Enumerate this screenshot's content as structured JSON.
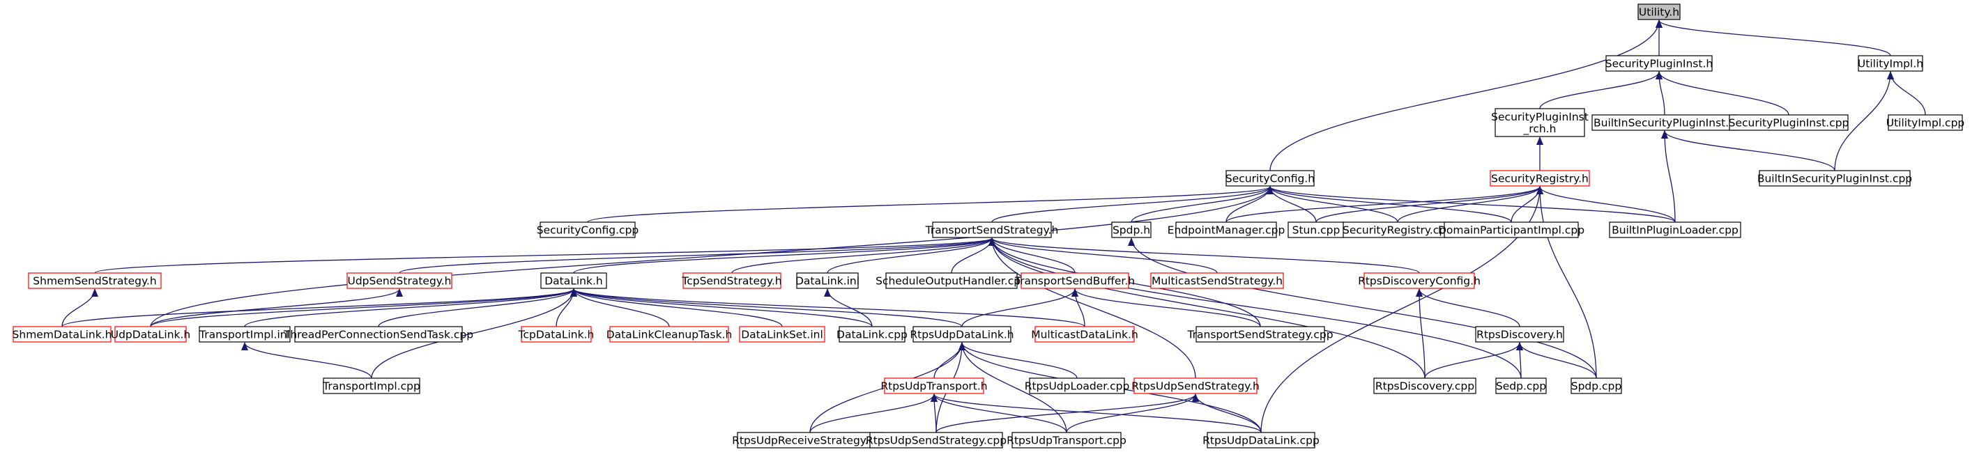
{
  "diagram": {
    "colors": {
      "edge": "#191970",
      "border_default": "#000000",
      "border_red": "#ff0000",
      "root_fill": "#bfbfbf",
      "node_fill": "#ffffff"
    },
    "nodes": [
      {
        "id": "utility_h",
        "lines": [
          "Utility.h"
        ],
        "border": "black",
        "root": true
      },
      {
        "id": "securitypluginInst_h",
        "lines": [
          "SecurityPluginInst.h"
        ],
        "border": "black"
      },
      {
        "id": "utilityimpl_h",
        "lines": [
          "UtilityImpl.h"
        ],
        "border": "black"
      },
      {
        "id": "securitypluginInst_rch_h",
        "lines": [
          "SecurityPluginInst",
          "_rch.h"
        ],
        "border": "black"
      },
      {
        "id": "builtinsecuritypluginInst_h",
        "lines": [
          "BuiltInSecurityPluginInst.h"
        ],
        "border": "black"
      },
      {
        "id": "securitypluginInst_cpp",
        "lines": [
          "SecurityPluginInst.cpp"
        ],
        "border": "black"
      },
      {
        "id": "utilityimpl_cpp",
        "lines": [
          "UtilityImpl.cpp"
        ],
        "border": "black"
      },
      {
        "id": "securityregistry_h",
        "lines": [
          "SecurityRegistry.h"
        ],
        "border": "red"
      },
      {
        "id": "securityconfig_h",
        "lines": [
          "SecurityConfig.h"
        ],
        "border": "black"
      },
      {
        "id": "builtinsecuritypluginInst_cpp",
        "lines": [
          "BuiltInSecurityPluginInst.cpp"
        ],
        "border": "black"
      },
      {
        "id": "securityconfig_cpp",
        "lines": [
          "SecurityConfig.cpp"
        ],
        "border": "black"
      },
      {
        "id": "transportsendstrategy_h",
        "lines": [
          "TransportSendStrategy.h"
        ],
        "border": "black"
      },
      {
        "id": "spdp_h",
        "lines": [
          "Spdp.h"
        ],
        "border": "black"
      },
      {
        "id": "endpointmanager_cpp",
        "lines": [
          "EndpointManager.cpp"
        ],
        "border": "black"
      },
      {
        "id": "stun_cpp",
        "lines": [
          "Stun.cpp"
        ],
        "border": "black"
      },
      {
        "id": "securityregistry_cpp",
        "lines": [
          "SecurityRegistry.cpp"
        ],
        "border": "black"
      },
      {
        "id": "domainparticipantimpl_cpp",
        "lines": [
          "DomainParticipantImpl.cpp"
        ],
        "border": "black"
      },
      {
        "id": "builtinpluginloader_cpp",
        "lines": [
          "BuiltInPluginLoader.cpp"
        ],
        "border": "black"
      },
      {
        "id": "shmemsendstrategy_h",
        "lines": [
          "ShmemSendStrategy.h"
        ],
        "border": "red"
      },
      {
        "id": "udpsendstrategy_h",
        "lines": [
          "UdpSendStrategy.h"
        ],
        "border": "red"
      },
      {
        "id": "datalink_h",
        "lines": [
          "DataLink.h"
        ],
        "border": "black"
      },
      {
        "id": "tcpsendstrategy_h",
        "lines": [
          "TcpSendStrategy.h"
        ],
        "border": "red"
      },
      {
        "id": "datalink_inl",
        "lines": [
          "DataLink.inl"
        ],
        "border": "black"
      },
      {
        "id": "scheduleoutputhandler_cpp",
        "lines": [
          "ScheduleOutputHandler.cpp"
        ],
        "border": "black"
      },
      {
        "id": "transportsendbuffer_h",
        "lines": [
          "TransportSendBuffer.h"
        ],
        "border": "red"
      },
      {
        "id": "multicastsendstrategy_h",
        "lines": [
          "MulticastSendStrategy.h"
        ],
        "border": "red"
      },
      {
        "id": "rtpsdiscoveryconfig_h",
        "lines": [
          "RtpsDiscoveryConfig.h"
        ],
        "border": "red"
      },
      {
        "id": "shmemdatalink_h",
        "lines": [
          "ShmemDataLink.h"
        ],
        "border": "red"
      },
      {
        "id": "udpdatalink_h",
        "lines": [
          "UdpDataLink.h"
        ],
        "border": "red"
      },
      {
        "id": "transportimpl_inl",
        "lines": [
          "TransportImpl.inl"
        ],
        "border": "black"
      },
      {
        "id": "threadperconnectionsendtask_cpp",
        "lines": [
          "ThreadPerConnectionSendTask.cpp"
        ],
        "border": "black"
      },
      {
        "id": "tcpdatalink_h",
        "lines": [
          "TcpDataLink.h"
        ],
        "border": "red"
      },
      {
        "id": "datalinkcleanuptask_h",
        "lines": [
          "DataLinkCleanupTask.h"
        ],
        "border": "red"
      },
      {
        "id": "datalinkset_inl",
        "lines": [
          "DataLinkSet.inl"
        ],
        "border": "red"
      },
      {
        "id": "datalink_cpp",
        "lines": [
          "DataLink.cpp"
        ],
        "border": "black"
      },
      {
        "id": "rtpsudpdatalink_h",
        "lines": [
          "RtpsUdpDataLink.h"
        ],
        "border": "black"
      },
      {
        "id": "multicastdatalink_h",
        "lines": [
          "MulticastDataLink.h"
        ],
        "border": "red"
      },
      {
        "id": "transportsendstrategy_cpp",
        "lines": [
          "TransportSendStrategy.cpp"
        ],
        "border": "black"
      },
      {
        "id": "rtpsdiscovery_h",
        "lines": [
          "RtpsDiscovery.h"
        ],
        "border": "black"
      },
      {
        "id": "transportimpl_cpp",
        "lines": [
          "TransportImpl.cpp"
        ],
        "border": "black"
      },
      {
        "id": "rtpsudptransport_h",
        "lines": [
          "RtpsUdpTransport.h"
        ],
        "border": "red"
      },
      {
        "id": "rtpsudploader_cpp",
        "lines": [
          "RtpsUdpLoader.cpp"
        ],
        "border": "black"
      },
      {
        "id": "rtpsudpsendstrategy_h",
        "lines": [
          "RtpsUdpSendStrategy.h"
        ],
        "border": "red"
      },
      {
        "id": "rtpsdiscovery_cpp",
        "lines": [
          "RtpsDiscovery.cpp"
        ],
        "border": "black"
      },
      {
        "id": "sedp_cpp",
        "lines": [
          "Sedp.cpp"
        ],
        "border": "black"
      },
      {
        "id": "spdp_cpp",
        "lines": [
          "Spdp.cpp"
        ],
        "border": "black"
      },
      {
        "id": "rtpsudpreceivestrategy_cpp",
        "lines": [
          "RtpsUdpReceiveStrategy.cpp"
        ],
        "border": "black"
      },
      {
        "id": "rtpsudpsendstrategy_cpp",
        "lines": [
          "RtpsUdpSendStrategy.cpp"
        ],
        "border": "black"
      },
      {
        "id": "rtpsudptransport_cpp",
        "lines": [
          "RtpsUdpTransport.cpp"
        ],
        "border": "black"
      },
      {
        "id": "rtpsudpdatalink_cpp",
        "lines": [
          "RtpsUdpDataLink.cpp"
        ],
        "border": "black"
      }
    ],
    "edges": [
      [
        "securitypluginInst_h",
        "utility_h"
      ],
      [
        "utilityimpl_h",
        "utility_h"
      ],
      [
        "securityconfig_h",
        "utility_h"
      ],
      [
        "securitypluginInst_rch_h",
        "securitypluginInst_h"
      ],
      [
        "builtinsecuritypluginInst_h",
        "securitypluginInst_h"
      ],
      [
        "securitypluginInst_cpp",
        "securitypluginInst_h"
      ],
      [
        "utilityimpl_cpp",
        "utilityimpl_h"
      ],
      [
        "builtinsecuritypluginInst_cpp",
        "utilityimpl_h"
      ],
      [
        "securityregistry_h",
        "securitypluginInst_rch_h"
      ],
      [
        "builtinsecuritypluginInst_cpp",
        "builtinsecuritypluginInst_h"
      ],
      [
        "builtinpluginloader_cpp",
        "builtinsecuritypluginInst_h"
      ],
      [
        "endpointmanager_cpp",
        "securityregistry_h"
      ],
      [
        "stun_cpp",
        "securityregistry_h"
      ],
      [
        "securityregistry_cpp",
        "securityregistry_h"
      ],
      [
        "domainparticipantimpl_cpp",
        "securityregistry_h"
      ],
      [
        "builtinpluginloader_cpp",
        "securityregistry_h"
      ],
      [
        "spdp_cpp",
        "securityregistry_h"
      ],
      [
        "rtpsudpdatalink_cpp",
        "securityregistry_h"
      ],
      [
        "securityconfig_cpp",
        "securityconfig_h"
      ],
      [
        "transportsendstrategy_h",
        "securityconfig_h"
      ],
      [
        "spdp_h",
        "securityconfig_h"
      ],
      [
        "endpointmanager_cpp",
        "securityconfig_h"
      ],
      [
        "stun_cpp",
        "securityconfig_h"
      ],
      [
        "securityregistry_cpp",
        "securityconfig_h"
      ],
      [
        "domainparticipantimpl_cpp",
        "securityconfig_h"
      ],
      [
        "builtinpluginloader_cpp",
        "securityconfig_h"
      ],
      [
        "udpdatalink_h",
        "securityconfig_h"
      ],
      [
        "shmemsendstrategy_h",
        "transportsendstrategy_h"
      ],
      [
        "udpsendstrategy_h",
        "transportsendstrategy_h"
      ],
      [
        "datalink_h",
        "transportsendstrategy_h"
      ],
      [
        "tcpsendstrategy_h",
        "transportsendstrategy_h"
      ],
      [
        "datalink_inl",
        "transportsendstrategy_h"
      ],
      [
        "scheduleoutputhandler_cpp",
        "transportsendstrategy_h"
      ],
      [
        "transportsendbuffer_h",
        "transportsendstrategy_h"
      ],
      [
        "multicastsendstrategy_h",
        "transportsendstrategy_h"
      ],
      [
        "rtpsdiscoveryconfig_h",
        "transportsendstrategy_h"
      ],
      [
        "rtpsudpsendstrategy_h",
        "transportsendstrategy_h"
      ],
      [
        "transportsendstrategy_cpp",
        "transportsendstrategy_h"
      ],
      [
        "rtpsdiscovery_cpp",
        "transportsendstrategy_h"
      ],
      [
        "sedp_cpp",
        "transportsendstrategy_h"
      ],
      [
        "spdp_cpp",
        "spdp_h"
      ],
      [
        "shmemdatalink_h",
        "shmemsendstrategy_h"
      ],
      [
        "udpdatalink_h",
        "udpsendstrategy_h"
      ],
      [
        "shmemdatalink_h",
        "datalink_h"
      ],
      [
        "udpdatalink_h",
        "datalink_h"
      ],
      [
        "transportimpl_inl",
        "datalink_h"
      ],
      [
        "threadperconnectionsendtask_cpp",
        "datalink_h"
      ],
      [
        "tcpdatalink_h",
        "datalink_h"
      ],
      [
        "datalinkcleanuptask_h",
        "datalink_h"
      ],
      [
        "datalinkset_inl",
        "datalink_h"
      ],
      [
        "datalink_cpp",
        "datalink_h"
      ],
      [
        "rtpsudpdatalink_h",
        "datalink_h"
      ],
      [
        "multicastdatalink_h",
        "datalink_h"
      ],
      [
        "transportimpl_cpp",
        "datalink_h"
      ],
      [
        "datalink_cpp",
        "datalink_inl"
      ],
      [
        "rtpsudpdatalink_h",
        "transportsendbuffer_h"
      ],
      [
        "multicastdatalink_h",
        "transportsendbuffer_h"
      ],
      [
        "transportsendstrategy_cpp",
        "transportsendbuffer_h"
      ],
      [
        "rtpsdiscovery_h",
        "rtpsdiscoveryconfig_h"
      ],
      [
        "rtpsdiscovery_cpp",
        "rtpsdiscoveryconfig_h"
      ],
      [
        "rtpsdiscovery_cpp",
        "rtpsdiscovery_h"
      ],
      [
        "sedp_cpp",
        "rtpsdiscovery_h"
      ],
      [
        "spdp_cpp",
        "rtpsdiscovery_h"
      ],
      [
        "transportimpl_cpp",
        "transportimpl_inl"
      ],
      [
        "rtpsudptransport_h",
        "rtpsudpdatalink_h"
      ],
      [
        "rtpsudploader_cpp",
        "rtpsudpdatalink_h"
      ],
      [
        "rtpsudpreceivestrategy_cpp",
        "rtpsudpdatalink_h"
      ],
      [
        "rtpsudpsendstrategy_cpp",
        "rtpsudpdatalink_h"
      ],
      [
        "rtpsudptransport_cpp",
        "rtpsudpdatalink_h"
      ],
      [
        "rtpsudpdatalink_cpp",
        "rtpsudpdatalink_h"
      ],
      [
        "rtpsudpreceivestrategy_cpp",
        "rtpsudptransport_h"
      ],
      [
        "rtpsudpsendstrategy_cpp",
        "rtpsudptransport_h"
      ],
      [
        "rtpsudptransport_cpp",
        "rtpsudptransport_h"
      ],
      [
        "rtpsudpdatalink_cpp",
        "rtpsudptransport_h"
      ],
      [
        "rtpsudpsendstrategy_cpp",
        "rtpsudpsendstrategy_h"
      ],
      [
        "rtpsudptransport_cpp",
        "rtpsudpsendstrategy_h"
      ],
      [
        "rtpsudpdatalink_cpp",
        "rtpsudpsendstrategy_h"
      ]
    ]
  }
}
